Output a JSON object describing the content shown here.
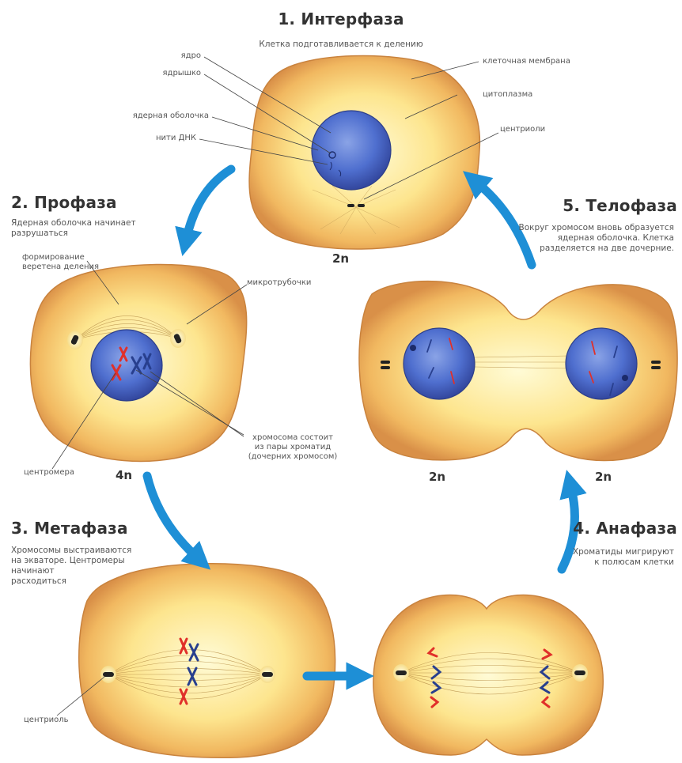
{
  "phases": {
    "interphase": {
      "title": "1. Интерфаза",
      "desc": "Клетка подготавливается к делению",
      "ploidy": "2n",
      "labels": {
        "nucleus": "ядро",
        "nucleolus": "ядрышко",
        "envelope": "ядерная оболочка",
        "dna": "нити ДНК",
        "membrane": "клеточная мембрана",
        "cytoplasm": "цитоплазма",
        "centrioles": "центриоли"
      }
    },
    "prophase": {
      "title": "2. Профаза",
      "desc": "Ядерная оболочка начинает\nразрушаться",
      "ploidy": "4n",
      "labels": {
        "spindle": "формирование\nверетена деления",
        "microtubules": "микротрубочки",
        "chromosome": "хромосома состоит\nиз пары хроматид\n(дочерних хромосом)",
        "centromere": "центромера"
      }
    },
    "metaphase": {
      "title": "3. Метафаза",
      "desc": "Хромосомы выстраиваются\nна экваторе. Центромеры\nначинают\nрасходиться",
      "labels": {
        "centriole": "центриоль"
      }
    },
    "anaphase": {
      "title": "4. Анафаза",
      "desc": "Хроматиды мигрируют\nк полюсам клетки"
    },
    "telophase": {
      "title": "5. Телофаза",
      "desc": "Вокруг хромосом вновь образуется\nядерная оболочка. Клетка\nразделяется на две дочерние.",
      "ploidy_left": "2n",
      "ploidy_right": "2n"
    }
  },
  "colors": {
    "arrow": "#1e8fd6",
    "cell_edge": "#e3a356",
    "cell_center": "#fff7c2",
    "nucleus": "#3f5fc4",
    "chromatid_red": "#e0302a",
    "chromatid_blue": "#283f8e"
  }
}
